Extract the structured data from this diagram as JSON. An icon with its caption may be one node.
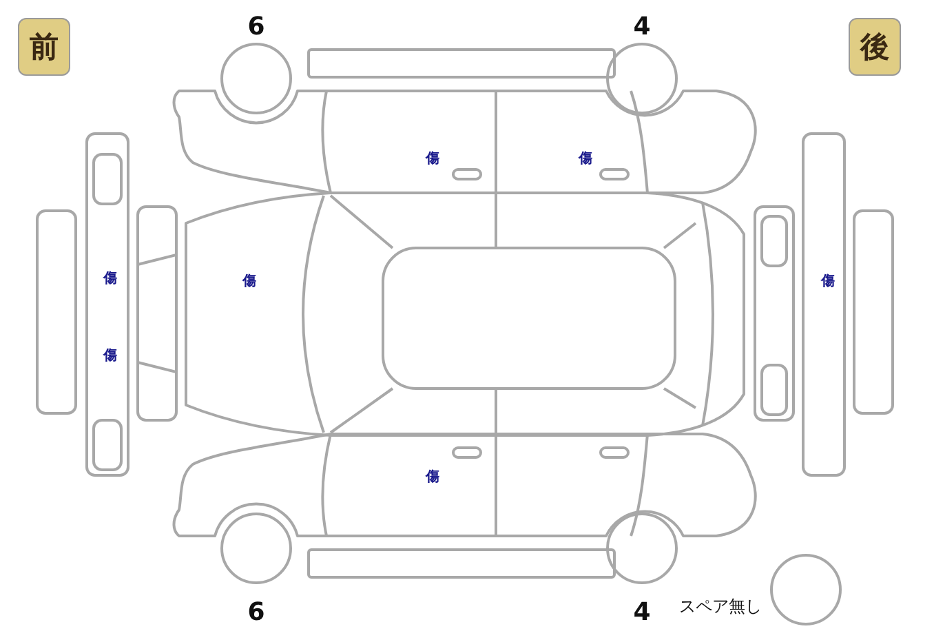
{
  "diagram": {
    "nodes": [
      {
        "text": [
          "前"
        ]
      },
      {
        "text": [
          "後"
        ]
      }
    ],
    "labels": [
      "6",
      "4",
      "傷",
      "傷",
      "傷",
      "傷",
      "傷",
      "傷",
      "傷",
      "6",
      "4",
      "スペア無し"
    ]
  }
}
